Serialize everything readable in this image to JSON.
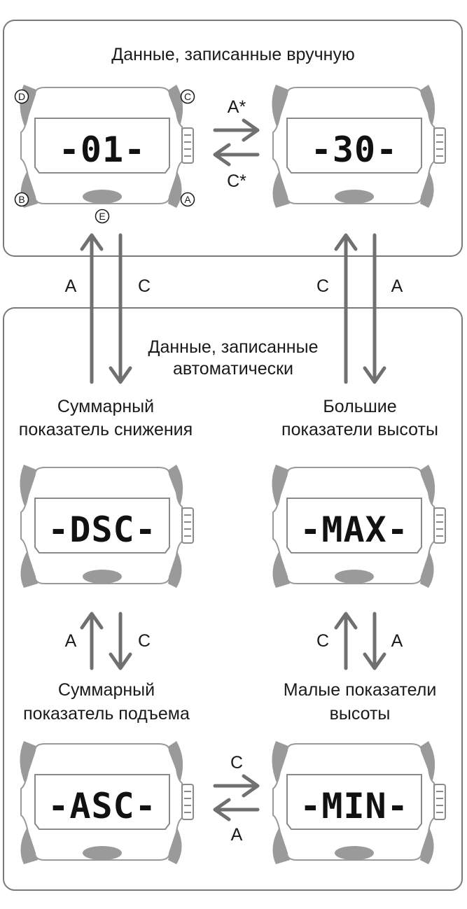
{
  "sections": {
    "manual": {
      "title": "Данные, записанные вручную"
    },
    "auto": {
      "title_line1": "Данные, записанные",
      "title_line2": "автоматически"
    }
  },
  "screens": {
    "manual_left": "-01-",
    "manual_right": "-30-",
    "dsc": "-DSC-",
    "max": "-MAX-",
    "asc": "-ASC-",
    "min": "-MIN-"
  },
  "buttons": {
    "d": "D",
    "c": "C",
    "b": "B",
    "a": "A",
    "e": "E"
  },
  "transitions": {
    "manual_right": "A*",
    "manual_left": "C*",
    "left_up": "A",
    "left_down": "C",
    "right_up": "C",
    "right_down": "A",
    "dsc_asc_up": "A",
    "dsc_asc_down": "C",
    "max_min_up": "C",
    "max_min_down": "A",
    "bottom_right": "C",
    "bottom_left": "A"
  },
  "labels": {
    "total_descent_l1": "Суммарный",
    "total_descent_l2": "показатель снижения",
    "high_alt_l1": "Большие",
    "high_alt_l2": "показатели высоты",
    "total_ascent_l1": "Суммарный",
    "total_ascent_l2": "показатель подъема",
    "low_alt_l1": "Малые показатели",
    "low_alt_l2": "высоты"
  },
  "colors": {
    "frame": "#7a7a7a",
    "arrow": "#707070",
    "watch": "#9a9a9a",
    "text": "#1a1a1a"
  }
}
